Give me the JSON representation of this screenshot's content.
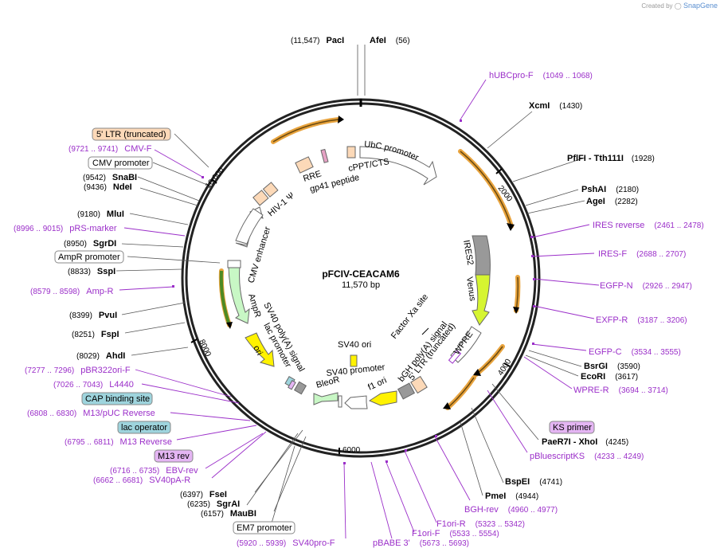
{
  "watermark": {
    "created_by": "Created by",
    "brand": "SnapGene"
  },
  "plasmid": {
    "name": "pFCIV-CEACAM6",
    "length_label": "11,570 bp",
    "length": 11570
  },
  "ticks": [
    "2000",
    "4000",
    "6000",
    "8000",
    "10,000"
  ],
  "enzymes": [
    {
      "name": "PacI",
      "coord": "(11,547)"
    },
    {
      "name": "AfeI",
      "coord": "(56)"
    },
    {
      "name": "XcmI",
      "coord": "(1430)"
    },
    {
      "name": "PflFI - Tth111I",
      "coord": "(1928)"
    },
    {
      "name": "PshAI",
      "coord": "(2180)"
    },
    {
      "name": "AgeI",
      "coord": "(2282)"
    },
    {
      "name": "BsrGI",
      "coord": "(3590)"
    },
    {
      "name": "EcoRI",
      "coord": "(3617)"
    },
    {
      "name": "PaeR7I - XhoI",
      "coord": "(4245)"
    },
    {
      "name": "BspEI",
      "coord": "(4741)"
    },
    {
      "name": "PmeI",
      "coord": "(4944)"
    },
    {
      "name": "MauBI",
      "coord": "(6157)"
    },
    {
      "name": "SgrAI",
      "coord": "(6235)"
    },
    {
      "name": "FseI",
      "coord": "(6397)"
    },
    {
      "name": "AhdI",
      "coord": "(8029)"
    },
    {
      "name": "FspI",
      "coord": "(8251)"
    },
    {
      "name": "PvuI",
      "coord": "(8399)"
    },
    {
      "name": "SspI",
      "coord": "(8833)"
    },
    {
      "name": "SgrDI",
      "coord": "(8950)"
    },
    {
      "name": "MluI",
      "coord": "(9180)"
    },
    {
      "name": "NdeI",
      "coord": "(9436)"
    },
    {
      "name": "SnaBI",
      "coord": "(9542)"
    }
  ],
  "primers": [
    {
      "name": "hUBCpro-F",
      "coord": "(1049 .. 1068)"
    },
    {
      "name": "IRES reverse",
      "coord": "(2461 .. 2478)"
    },
    {
      "name": "IRES-F",
      "coord": "(2688 .. 2707)"
    },
    {
      "name": "EGFP-N",
      "coord": "(2926 .. 2947)"
    },
    {
      "name": "EXFP-R",
      "coord": "(3187 .. 3206)"
    },
    {
      "name": "EGFP-C",
      "coord": "(3534 .. 3555)"
    },
    {
      "name": "WPRE-R",
      "coord": "(3694 .. 3714)"
    },
    {
      "name": "pBluescriptKS",
      "coord": "(4233 .. 4249)"
    },
    {
      "name": "BGH-rev",
      "coord": "(4960 .. 4977)"
    },
    {
      "name": "F1ori-R",
      "coord": "(5323 .. 5342)"
    },
    {
      "name": "F1ori-F",
      "coord": "(5533 .. 5554)"
    },
    {
      "name": "pBABE 3'",
      "coord": "(5673 .. 5693)"
    },
    {
      "name": "SV40pro-F",
      "coord": "(5920 .. 5939)"
    },
    {
      "name": "SV40pA-R",
      "coord": "(6662 .. 6681)"
    },
    {
      "name": "EBV-rev",
      "coord": "(6716 .. 6735)"
    },
    {
      "name": "M13 Reverse",
      "coord": "(6795 .. 6811)"
    },
    {
      "name": "M13/pUC Reverse",
      "coord": "(6808 .. 6830)"
    },
    {
      "name": "L4440",
      "coord": "(7026 .. 7043)"
    },
    {
      "name": "pBR322ori-F",
      "coord": "(7277 .. 7296)"
    },
    {
      "name": "Amp-R",
      "coord": "(8579 .. 8598)"
    },
    {
      "name": "pRS-marker",
      "coord": "(8996 .. 9015)"
    },
    {
      "name": "CMV-F",
      "coord": "(9721 .. 9741)"
    }
  ],
  "boxed_labels": [
    {
      "name": "5' LTR (truncated)",
      "style": "orange"
    },
    {
      "name": "CMV promoter",
      "style": "white"
    },
    {
      "name": "AmpR promoter",
      "style": "white"
    },
    {
      "name": "CAP binding site",
      "style": "teal"
    },
    {
      "name": "lac operator",
      "style": "teal"
    },
    {
      "name": "M13 rev",
      "style": "purple"
    },
    {
      "name": "EM7 promoter",
      "style": "white"
    },
    {
      "name": "KS primer",
      "style": "purple"
    }
  ],
  "features": [
    {
      "name": "UbC promoter"
    },
    {
      "name": "cPPT/CTS"
    },
    {
      "name": "RRE"
    },
    {
      "name": "gp41 peptide"
    },
    {
      "name": "HIV-1 Ψ"
    },
    {
      "name": "CMV enhancer"
    },
    {
      "name": "IRES2"
    },
    {
      "name": "Venus"
    },
    {
      "name": "Factor Xa site"
    },
    {
      "name": "WPRE"
    },
    {
      "name": "bGH poly(A) signal"
    },
    {
      "name": "5' LTR (truncated)"
    },
    {
      "name": "f1 ori"
    },
    {
      "name": "SV40 promoter"
    },
    {
      "name": "BleoR"
    },
    {
      "name": "SV40 ori"
    },
    {
      "name": "SV40 poly(A) signal"
    },
    {
      "name": "lac promoter"
    },
    {
      "name": "ori"
    },
    {
      "name": "AmpR"
    }
  ],
  "colors": {
    "primer": "#9b2fc9",
    "orange_feature": "#fcd9b8",
    "orange_arc": "#e8a33d",
    "ires": "#999999",
    "venus": "#d6f531",
    "ori": "#fff200",
    "resistance": "#c8f7c5",
    "teal_box": "#9ed4dd",
    "purple_box": "#e4b5f3",
    "backbone": "#222222"
  }
}
